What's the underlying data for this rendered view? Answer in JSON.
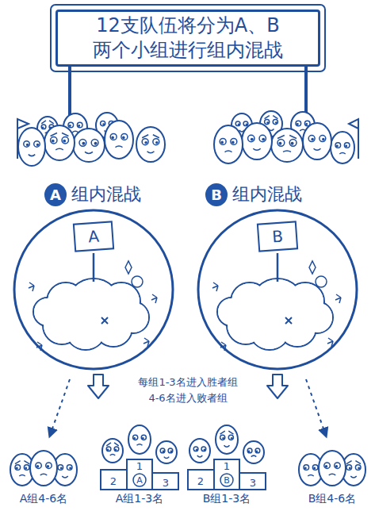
{
  "diagram": {
    "nodes": [
      {
        "text": [
          "12支队伍将分为A、B 两个小组进行组内混战"
        ]
      },
      {
        "text": [
          "A"
        ]
      },
      {
        "text": [
          "B"
        ]
      },
      {
        "text": [
          "A"
        ]
      },
      {
        "text": [
          "B"
        ]
      },
      {
        "text": [
          "每组1-3名进入胜者组 4-6名进入败者组"
        ]
      },
      {
        "text": [
          "2",
          "A",
          "1",
          "3"
        ]
      },
      {
        "text": [
          "2",
          "B",
          "1",
          "3"
        ]
      }
    ],
    "labels": [
      "组内混战",
      "组内混战",
      "A组4-6名",
      "A组1-3名",
      "B组1-3名",
      "B组4-6名"
    ]
  }
}
